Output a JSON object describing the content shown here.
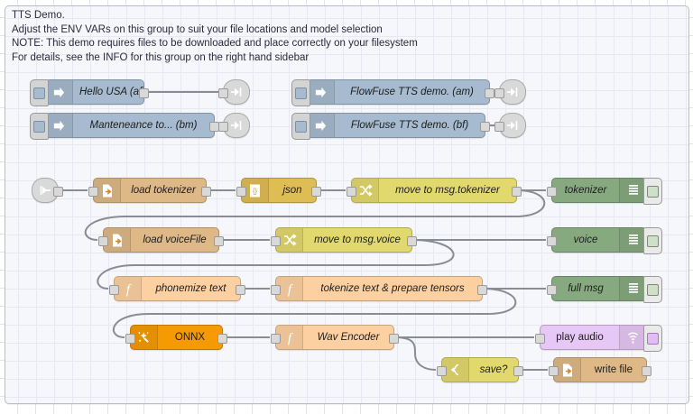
{
  "app": {
    "name": "node-red-flow-editor",
    "canvas_background": "#ffffff",
    "grid_color": "#e3e3ef"
  },
  "group": {
    "name": "tts-demo-group",
    "border_color": "#b9bcd0",
    "fill_color": "#f6f7fb",
    "comment_lines": [
      "TTS Demo.",
      "Adjust the ENV VARs on this group to suit your file locations and model selection",
      "NOTE: This demo requires files to be downloaded and place correctly on your filesystem",
      "For details, see the INFO for this group on the right hand sidebar"
    ],
    "comment_text": "TTS Demo.\nAdjust the ENV VARs on this group to suit your file locations and model selection\nNOTE: This demo requires files to be downloaded and place correctly on your filesystem\nFor details, see the INFO for this group on the right hand sidebar"
  },
  "nodes": {
    "inject_hello_usa": {
      "label": "Hello USA (af)",
      "type": "inject",
      "color": "#a6bbcf",
      "icon": "inject-arrow-icon"
    },
    "inject_maintenance": {
      "label": "Manteneance to... (bm)",
      "type": "inject",
      "color": "#a6bbcf",
      "icon": "inject-arrow-icon"
    },
    "inject_flowfuse_am": {
      "label": "FlowFuse TTS demo. (am)",
      "type": "inject",
      "color": "#a6bbcf",
      "icon": "inject-arrow-icon"
    },
    "inject_flowfuse_bf": {
      "label": "FlowFuse TTS demo. (bf)",
      "type": "inject",
      "color": "#a6bbcf",
      "icon": "inject-arrow-icon"
    },
    "link_out_1": {
      "label": "",
      "type": "link out",
      "color": "#d9d9d9",
      "icon": "link-out-icon"
    },
    "link_out_2": {
      "label": "",
      "type": "link out",
      "color": "#d9d9d9",
      "icon": "link-out-icon"
    },
    "link_out_3": {
      "label": "",
      "type": "link out",
      "color": "#d9d9d9",
      "icon": "link-out-icon"
    },
    "link_out_4": {
      "label": "",
      "type": "link out",
      "color": "#d9d9d9",
      "icon": "link-out-icon"
    },
    "link_in_1": {
      "label": "",
      "type": "link in",
      "color": "#d9d9d9",
      "icon": "link-in-icon"
    },
    "load_tokenizer": {
      "label": "load tokenizer",
      "type": "file in",
      "color": "#deb887",
      "icon": "file-in-icon"
    },
    "json": {
      "label": "json",
      "type": "json",
      "color": "#dfbd55",
      "icon": "json-braces-icon"
    },
    "move_to_tokenizer": {
      "label": "move to msg.tokenizer",
      "type": "change",
      "color": "#e2d96e",
      "icon": "change-shuffle-icon"
    },
    "debug_tokenizer": {
      "label": "tokenizer",
      "type": "debug",
      "color": "#87a980",
      "icon": "debug-bars-icon"
    },
    "load_voicefile": {
      "label": "load voiceFile",
      "type": "file in",
      "color": "#deb887",
      "icon": "file-in-icon"
    },
    "move_to_voice": {
      "label": "move to msg.voice",
      "type": "change",
      "color": "#e2d96e",
      "icon": "change-shuffle-icon"
    },
    "debug_voice": {
      "label": "voice",
      "type": "debug",
      "color": "#87a980",
      "icon": "debug-bars-icon"
    },
    "phonemize_text": {
      "label": "phonemize text",
      "type": "function",
      "color": "#fdd0a2",
      "icon": "function-f-icon"
    },
    "tokenize_prepare": {
      "label": "tokenize text & prepare tensors",
      "type": "function",
      "color": "#fdd0a2",
      "icon": "function-f-icon"
    },
    "debug_full_msg": {
      "label": "full msg",
      "type": "debug",
      "color": "#87a980",
      "icon": "debug-bars-icon"
    },
    "onnx": {
      "label": "ONNX",
      "type": "onnx",
      "color": "#f59a00",
      "icon": "magic-wand-icon"
    },
    "wav_encoder": {
      "label": "Wav Encoder",
      "type": "function",
      "color": "#fdd0a2",
      "icon": "function-f-icon"
    },
    "play_audio": {
      "label": "play audio",
      "type": "audio out",
      "color": "#e7c7f5",
      "icon": "speaker-waves-icon"
    },
    "save_switch": {
      "label": "save?",
      "type": "switch",
      "color": "#e2d96e",
      "icon": "switch-branch-icon"
    },
    "write_file": {
      "label": "write file",
      "type": "file out",
      "color": "#deb887",
      "icon": "file-out-icon"
    }
  }
}
